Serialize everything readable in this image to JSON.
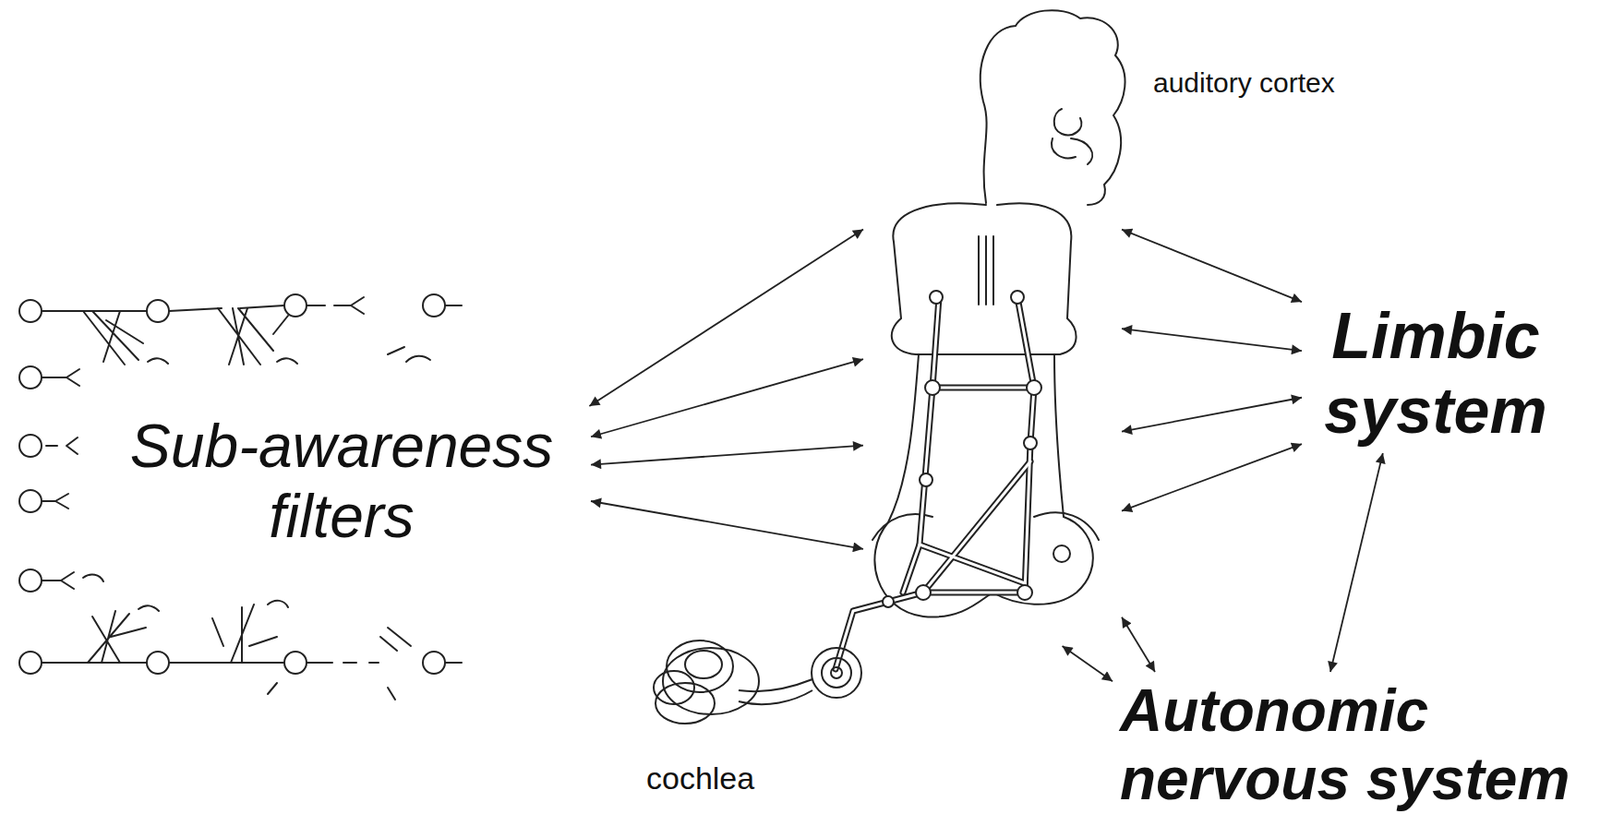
{
  "diagram": {
    "nodes": [
      {
        "text": [
          "auditory cortex"
        ]
      },
      {
        "text": [
          "Sub-awareness filters"
        ]
      },
      {
        "text": [
          "Limbic system"
        ]
      },
      {
        "text": [
          "Autonomic nervous system"
        ]
      }
    ],
    "edges": [
      {
        "from": 1,
        "to": 0,
        "arrow": "both"
      },
      {
        "from": 1,
        "to": 0,
        "arrow": "both"
      },
      {
        "from": 1,
        "to": 0,
        "arrow": "both"
      },
      {
        "from": 1,
        "to": 0,
        "arrow": "both"
      },
      {
        "from": 0,
        "to": 2,
        "arrow": "both"
      },
      {
        "from": 0,
        "to": 2,
        "arrow": "both"
      },
      {
        "from": 0,
        "to": 2,
        "arrow": "both"
      },
      {
        "from": 0,
        "to": 2,
        "arrow": "both"
      },
      {
        "from": 2,
        "to": 3,
        "arrow": "both"
      },
      {
        "from": 0,
        "to": 3,
        "arrow": "both"
      },
      {
        "from": 0,
        "to": 3,
        "arrow": "both"
      }
    ],
    "labels": [
      "cochlea"
    ]
  }
}
